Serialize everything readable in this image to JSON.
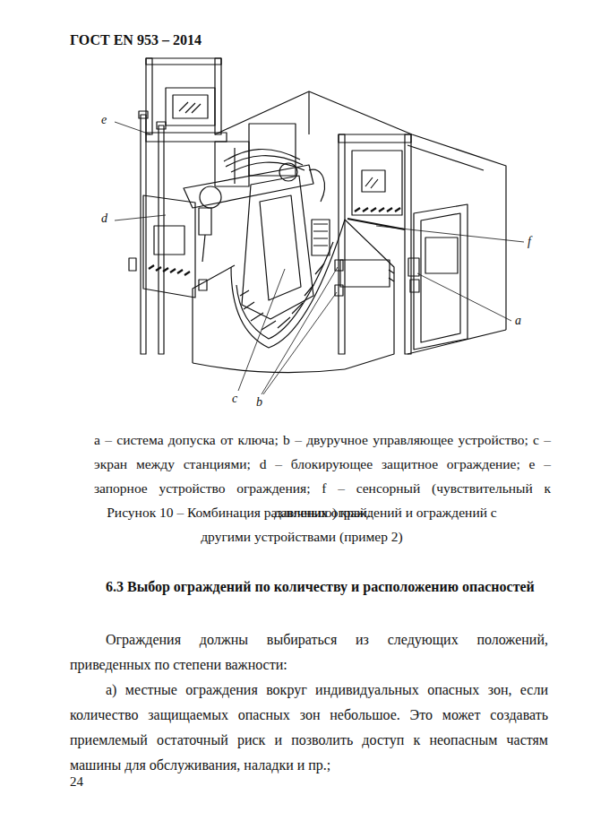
{
  "diagram": {
    "caption": "Рисунок 10 – Комбинация различных ограждений и ограждений с другими устройствами (пример 2)",
    "labels": [
      "ГОСТ EN 953 – 2014",
      "e",
      "d",
      "f",
      "a",
      "c",
      "b",
      "a – система допуска от ключа; b – двуручное управляющее устройство; c – экран между станциями; d – блокирующее защитное ограждение; e – запорное устройство ограждения; f – сенсорный (чувствительный к давлению) край.",
      "6.3 Выбор ограждений по количеству и расположению опасностей",
      "Ограждения должны выбираться из следующих положений, приведенных по степени важности:",
      "а) местные ограждения вокруг индивидуальных опасных зон, если количество защищаемых опасных зон небольшое. Это может создавать приемлемый остаточный риск и позволить доступ к неопасным частям машины для обслуживания, наладки и пр.;",
      "24"
    ]
  }
}
